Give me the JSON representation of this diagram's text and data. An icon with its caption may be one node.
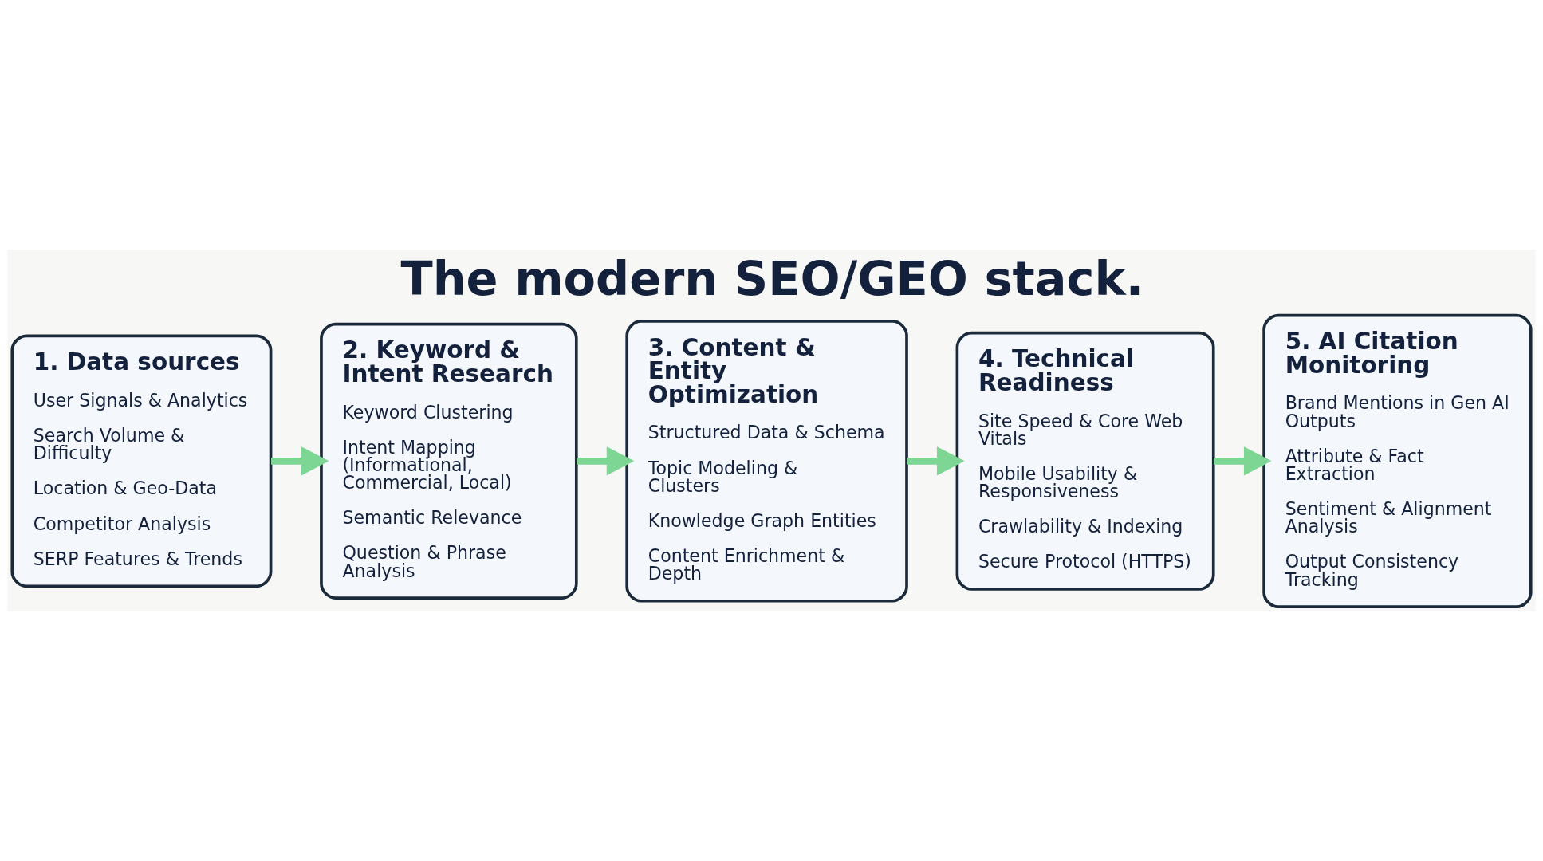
{
  "diagram": {
    "title": "The modern SEO/GEO stack.",
    "nodes": [
      {
        "text": [
          "1. Data sources",
          "User Signals & Analytics",
          "Search Volume & Difficulty",
          "Location & Geo-Data",
          "Competitor Analysis",
          "SERP Features & Trends"
        ]
      },
      {
        "text": [
          "2. Keyword & Intent Research",
          "Keyword Clustering",
          "Intent Mapping (Informational, Commercial, Local)",
          "Semantic Relevance",
          "Question & Phrase Analysis"
        ]
      },
      {
        "text": [
          "3. Content & Entity Optimization",
          "Structured Data & Schema",
          "Topic Modeling & Clusters",
          "Knowledge Graph Entities",
          "Content Enrichment & Depth"
        ]
      },
      {
        "text": [
          "4. Technical Readiness",
          "Site Speed & Core Web Vitals",
          "Mobile Usability & Responsiveness",
          "Crawlability & Indexing",
          "Secure Protocol (HTTPS)"
        ]
      },
      {
        "text": [
          "5. AI Citation Monitoring",
          "Brand Mentions in Gen AI Outputs",
          "Attribute & Fact Extraction",
          "Sentiment & Alignment Analysis",
          "Output Consistency Tracking"
        ]
      }
    ],
    "edges": [
      {
        "from": 0,
        "to": 1,
        "arrow": "to"
      },
      {
        "from": 1,
        "to": 2,
        "arrow": "to"
      },
      {
        "from": 2,
        "to": 3,
        "arrow": "to"
      },
      {
        "from": 3,
        "to": 4,
        "arrow": "to"
      }
    ]
  }
}
